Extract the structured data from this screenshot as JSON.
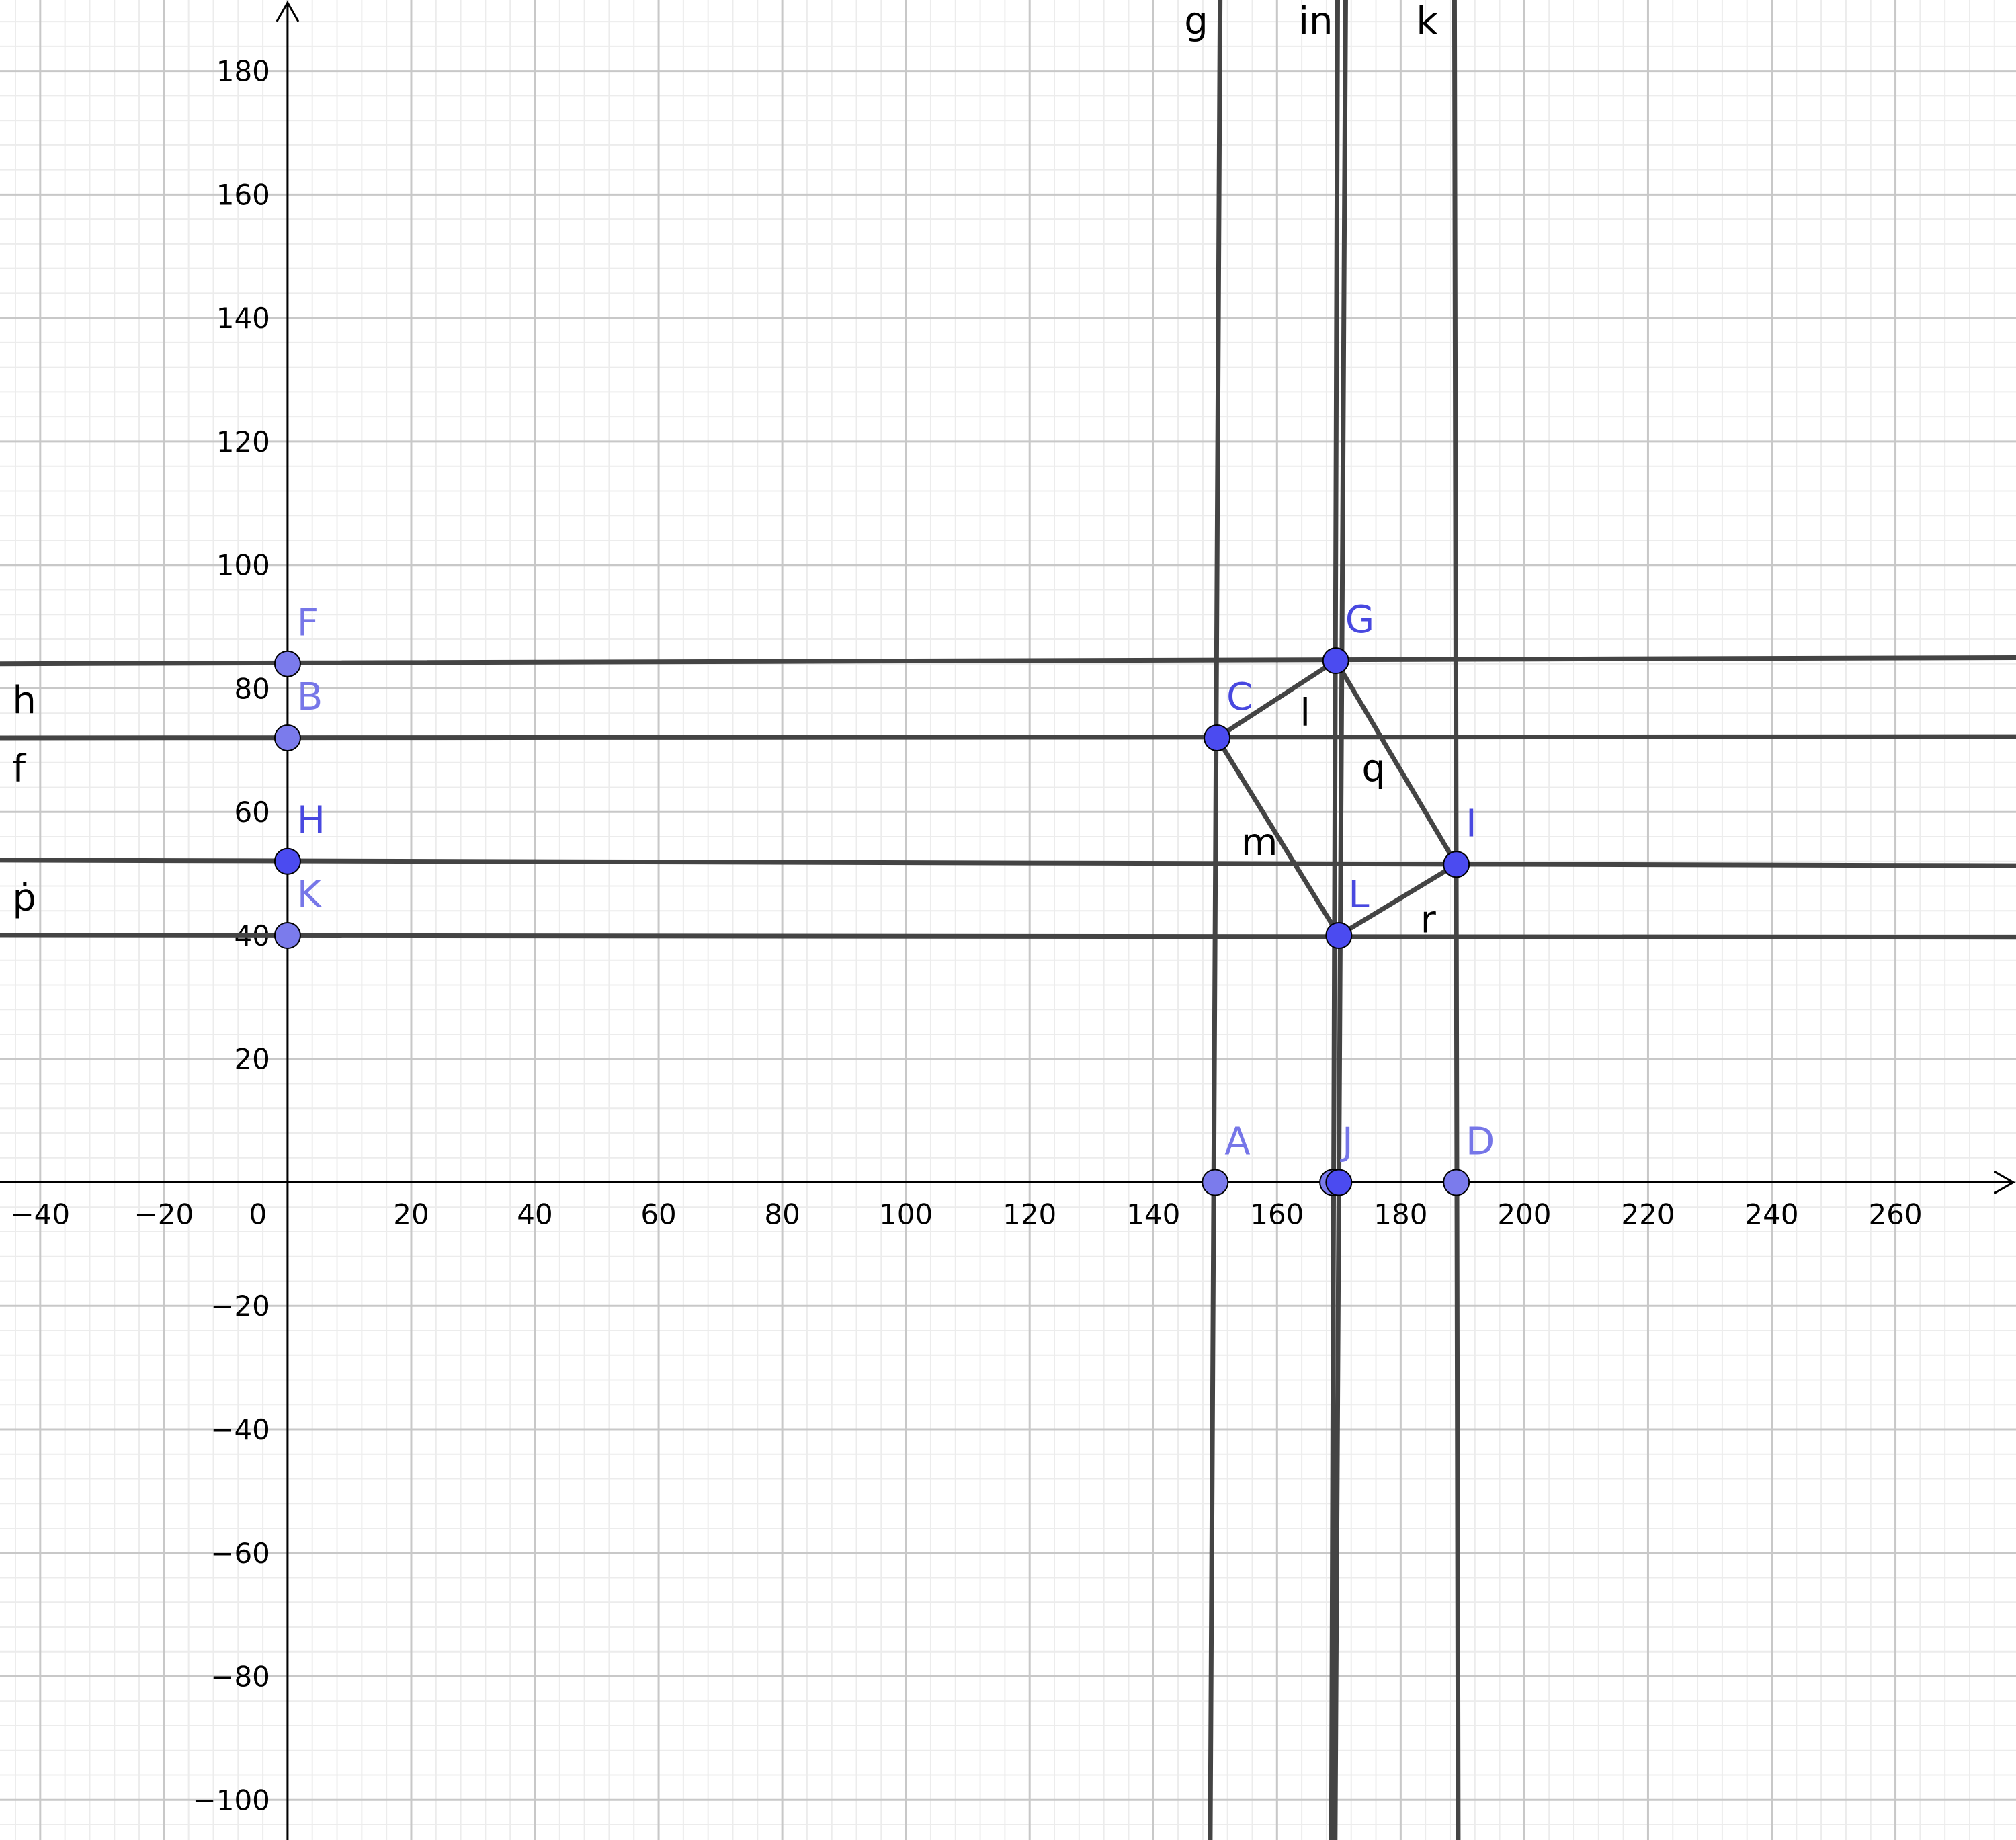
{
  "view": {
    "x_min": -46.5,
    "x_max": 279.5,
    "y_min": -106.5,
    "y_max": 191.5,
    "minor_step": 4,
    "major_step": 20
  },
  "colors": {
    "background": "#ffffff",
    "grid_minor": "#ececec",
    "grid_major": "#c8c8c8",
    "axis": "#000000",
    "line": "#444444",
    "point_free": "#7b7bec",
    "point_dependent": "#4b4bf0",
    "point_outline": "#000000",
    "label_free": "#7676e8",
    "label_dependent": "#4848e0",
    "object_label": "#000000"
  },
  "axes": {
    "x_ticks": [
      "−40",
      "−20",
      "0",
      "20",
      "40",
      "60",
      "80",
      "100",
      "120",
      "140",
      "160",
      "180",
      "200",
      "220",
      "240",
      "260"
    ],
    "y_ticks": [
      "180",
      "160",
      "140",
      "120",
      "100",
      "80",
      "60",
      "40",
      "20",
      "−20",
      "−40",
      "−60",
      "−80",
      "−100"
    ]
  },
  "chart_data": {
    "type": "scatter",
    "title": "",
    "xlabel": "",
    "ylabel": "",
    "xlim": [
      -46.5,
      279.5
    ],
    "ylim": [
      -106.5,
      191.5
    ],
    "grid": true,
    "points": [
      {
        "name": "A",
        "x": 150,
        "y": 0,
        "kind": "free"
      },
      {
        "name": "J",
        "x": 169,
        "y": 0,
        "kind": "free"
      },
      {
        "name": "J",
        "x": 170,
        "y": 0,
        "kind": "dependent"
      },
      {
        "name": "D",
        "x": 189,
        "y": 0,
        "kind": "free"
      },
      {
        "name": "F",
        "x": 0,
        "y": 84,
        "kind": "free"
      },
      {
        "name": "B",
        "x": 0,
        "y": 72,
        "kind": "free"
      },
      {
        "name": "H",
        "x": 0,
        "y": 52,
        "kind": "dependent"
      },
      {
        "name": "K",
        "x": 0,
        "y": 40,
        "kind": "free"
      },
      {
        "name": "C",
        "x": 150.3,
        "y": 72,
        "kind": "dependent"
      },
      {
        "name": "G",
        "x": 169.5,
        "y": 84.5,
        "kind": "dependent"
      },
      {
        "name": "I",
        "x": 189,
        "y": 51.5,
        "kind": "dependent"
      },
      {
        "name": "L",
        "x": 170,
        "y": 40,
        "kind": "dependent"
      }
    ],
    "lines": [
      {
        "name": "h",
        "x1": -46.5,
        "y1": 84,
        "x2": 279.5,
        "y2": 85
      },
      {
        "name": "f",
        "x1": -46.5,
        "y1": 72,
        "x2": 279.5,
        "y2": 72.2
      },
      {
        "name": "p",
        "x1": -46.5,
        "y1": 52.2,
        "x2": 279.5,
        "y2": 51.3
      },
      {
        "name": "",
        "x1": -46.5,
        "y1": 40,
        "x2": 279.5,
        "y2": 39.7
      },
      {
        "name": "g",
        "x1": 150.8,
        "y1": 191.5,
        "x2": 149.2,
        "y2": -106.5
      },
      {
        "name": "i",
        "x1": 169.8,
        "y1": 191.5,
        "x2": 168.8,
        "y2": -106.5
      },
      {
        "name": "n",
        "x1": 171.1,
        "y1": 191.5,
        "x2": 169.4,
        "y2": -106.5
      },
      {
        "name": "k",
        "x1": 188.7,
        "y1": 191.5,
        "x2": 189.3,
        "y2": -106.5
      }
    ],
    "segments": [
      {
        "name": "l",
        "from": "C",
        "to": "G"
      },
      {
        "name": "q",
        "from": "G",
        "to": "I"
      },
      {
        "name": "m",
        "from": "C",
        "to": "L"
      },
      {
        "name": "r",
        "from": "L",
        "to": "I"
      }
    ],
    "object_labels": [
      {
        "text": "g",
        "x": 145,
        "y": 186
      },
      {
        "text": "in",
        "x": 163.5,
        "y": 186
      },
      {
        "text": "k",
        "x": 182.5,
        "y": 186
      },
      {
        "text": "h",
        "x": -44.5,
        "y": 76
      },
      {
        "text": "f",
        "x": -44.5,
        "y": 65
      },
      {
        "text": "ṗ",
        "x": -44.5,
        "y": 44
      },
      {
        "text": "l",
        "x": 163.7,
        "y": 74
      },
      {
        "text": "q",
        "x": 173.7,
        "y": 65
      },
      {
        "text": "m",
        "x": 154.2,
        "y": 53
      },
      {
        "text": "r",
        "x": 183.2,
        "y": 40.5
      }
    ]
  }
}
